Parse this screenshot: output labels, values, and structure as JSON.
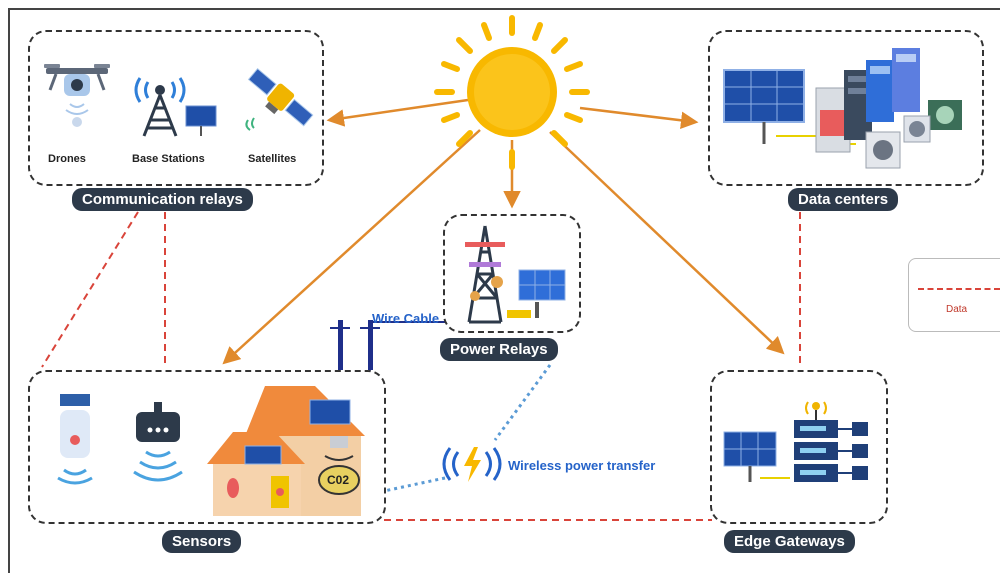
{
  "groups": {
    "communication_relays": {
      "title": "Communication relays",
      "items": [
        "Drones",
        "Base Stations",
        "Satellites"
      ]
    },
    "data_centers": {
      "title": "Data centers"
    },
    "power_relays": {
      "title": "Power Relays"
    },
    "sensors": {
      "title": "Sensors",
      "co2_label": "C02"
    },
    "edge_gateways": {
      "title": "Edge Gateways"
    }
  },
  "links": {
    "wire_cable": "Wire Cable",
    "wireless_power_transfer": "Wireless power transfer"
  },
  "legend": {
    "data_label": "Data"
  },
  "colors": {
    "arrow": "#e08a2c",
    "data_line": "#d9443a",
    "wireless": "#5b9bd5",
    "wire": "#1f2f8a",
    "pill": "#2d3a4a",
    "sun": "#f8b800"
  }
}
